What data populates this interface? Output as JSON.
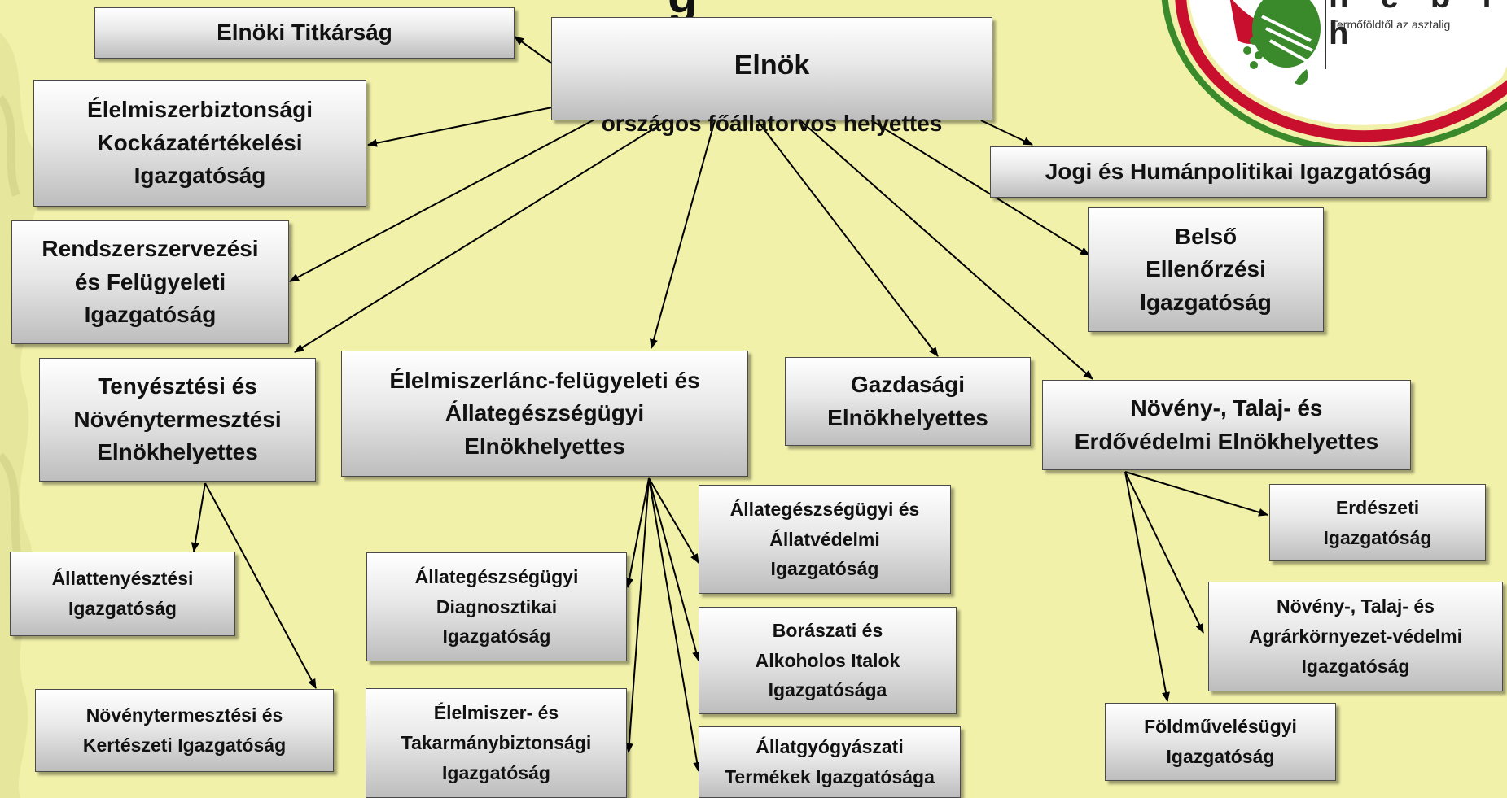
{
  "title_fragment": "g",
  "logo": {
    "name": "n e b i h",
    "tagline": "Termőföldtől az asztalig"
  },
  "colors": {
    "background": "#f1f1a9",
    "box_top": "#ffffff",
    "box_bottom": "#bdbdbd",
    "logo_red": "#c8102e",
    "logo_green": "#3a8a2c"
  },
  "nodes": {
    "elnok": {
      "title": "Elnök",
      "subtitle": "országos főállatorvos helyettes"
    },
    "elnoki_titkarsag": "Elnöki Titkárság",
    "kockazatertekelesi": "Élelmiszerbiztonsági\nKockázatértékelési\nIgazgatóság",
    "rendszerszervezesi": "Rendszerszervezési\nés Felügyeleti\nIgazgatóság",
    "tenyesztesi_elnh": "Tenyésztési és\nNövénytermesztési\nElnökhelyettes",
    "elelmiszerlanc_elnh": "Élelmiszerlánc-felügyeleti és\nÁllategészségügyi\nElnökhelyettes",
    "gazdasagi_elnh": "Gazdasági\nElnökhelyettes",
    "noveny_elnh": "Növény-, Talaj- és\nErdővédelmi Elnökhelyettes",
    "jogi": "Jogi és Humánpolitikai Igazgatóság",
    "belso": "Belső\nEllenőrzési\nIgazgatóság",
    "allattenyesztesi": "Állattenyésztési\nIgazgatóság",
    "novenytermesztesi": "Növénytermesztési és\nKertészeti Igazgatóság",
    "allategeszseg_diag": "Állategészségügyi\nDiagnosztikai\nIgazgatóság",
    "elelmiszer_takarmany": "Élelmiszer- és\nTakarmánybiztonsági\nIgazgatóság",
    "allategeszseg_vedelmi": "Állategészségügyi és\nÁllatvédelmi\nIgazgatóság",
    "boraszati": "Borászati  és\nAlkoholos Italok\nIgazgatósága",
    "allatgyogyaszati": "Állatgyógyászati\nTermékek Igazgatósága",
    "erdeszeti": "Erdészeti\nIgazgatóság",
    "agrarkornyezet": "Növény-, Talaj- és\nAgrárkörnyezet-védelmi\nIgazgatóság",
    "foldmuvelesugyi": "Földművelésügyi\nIgazgatóság"
  }
}
